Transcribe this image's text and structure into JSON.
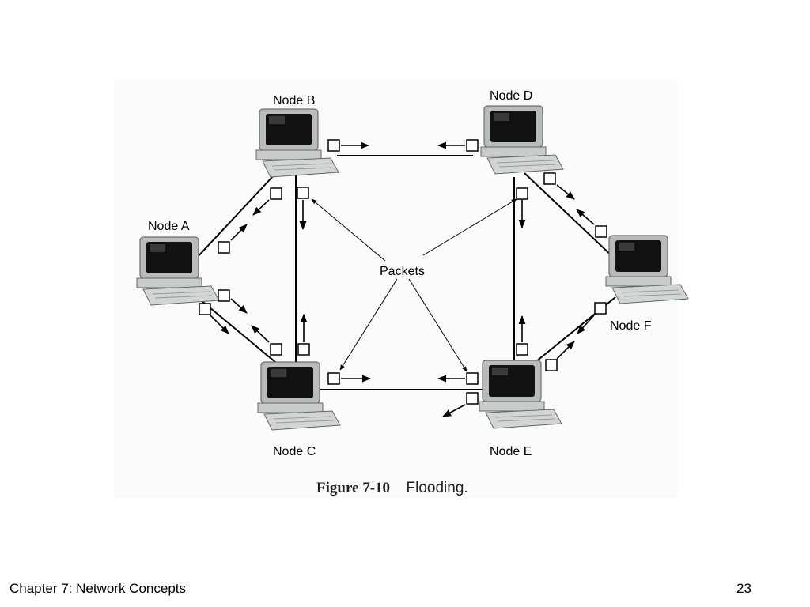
{
  "diagram": {
    "nodes": [
      {
        "id": "A",
        "label": "Node A"
      },
      {
        "id": "B",
        "label": "Node B"
      },
      {
        "id": "C",
        "label": "Node C"
      },
      {
        "id": "D",
        "label": "Node D"
      },
      {
        "id": "E",
        "label": "Node E"
      },
      {
        "id": "F",
        "label": "Node F"
      }
    ],
    "links": [
      [
        "A",
        "B"
      ],
      [
        "A",
        "C"
      ],
      [
        "B",
        "C"
      ],
      [
        "B",
        "D"
      ],
      [
        "C",
        "E"
      ],
      [
        "D",
        "E"
      ],
      [
        "D",
        "F"
      ],
      [
        "E",
        "F"
      ]
    ],
    "center_label": "Packets",
    "caption": {
      "number": "Figure 7-10",
      "text": "Flooding."
    }
  },
  "footer": {
    "chapter": "Chapter 7:  Network Concepts",
    "page": "23"
  }
}
